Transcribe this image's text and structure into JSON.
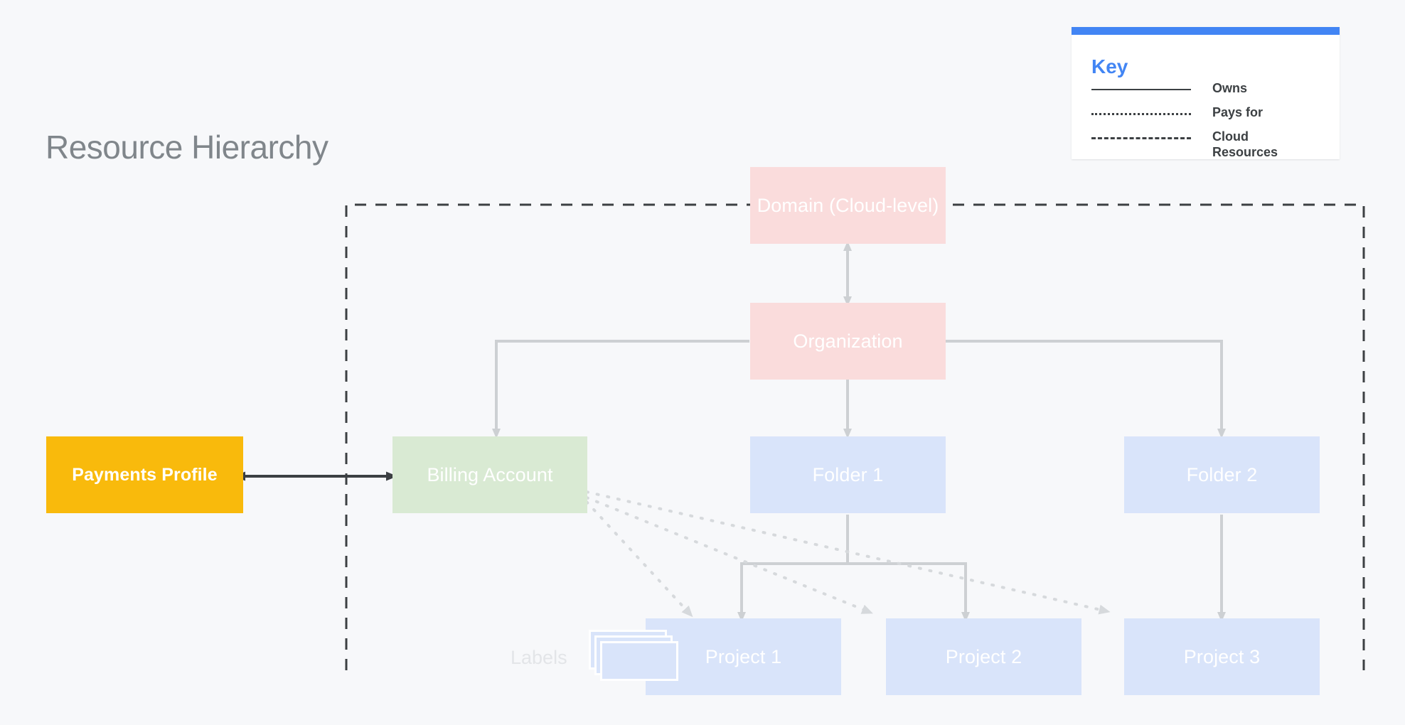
{
  "page": {
    "title": "Resource Hierarchy",
    "background_color": "#f7f8fa"
  },
  "key": {
    "title": "Key",
    "accent_color": "#4285f4",
    "entries": [
      {
        "style": "solid",
        "label": "Owns"
      },
      {
        "style": "dotted",
        "label": "Pays for"
      },
      {
        "style": "dashed",
        "label": "Cloud Resources"
      }
    ]
  },
  "nodes": {
    "domain": {
      "label": "Domain (Cloud-level)",
      "color": "#fadcdc"
    },
    "organization": {
      "label": "Organization",
      "color": "#fadcdc"
    },
    "billing_account": {
      "label": "Billing Account",
      "color": "#d9ead3"
    },
    "payments_profile": {
      "label": "Payments Profile",
      "color": "#f9ba0c"
    },
    "folder1": {
      "label": "Folder 1",
      "color": "#d9e4fa"
    },
    "folder2": {
      "label": "Folder 2",
      "color": "#d9e4fa"
    },
    "project1": {
      "label": "Project 1",
      "color": "#d9e4fa"
    },
    "project2": {
      "label": "Project 2",
      "color": "#d9e4fa"
    },
    "project3": {
      "label": "Project 3",
      "color": "#d9e4fa"
    },
    "labels": {
      "label": "Labels",
      "color": "#d9e4fa"
    }
  },
  "connections": [
    {
      "from": "domain",
      "to": "organization",
      "style": "solid",
      "arrows": "both"
    },
    {
      "from": "organization",
      "to": "billing_account",
      "style": "solid",
      "arrows": "end"
    },
    {
      "from": "organization",
      "to": "folder1",
      "style": "solid",
      "arrows": "end"
    },
    {
      "from": "organization",
      "to": "folder2",
      "style": "solid",
      "arrows": "end"
    },
    {
      "from": "folder1",
      "to": "project1",
      "style": "solid",
      "arrows": "end"
    },
    {
      "from": "folder1",
      "to": "project2",
      "style": "solid",
      "arrows": "end"
    },
    {
      "from": "folder2",
      "to": "project3",
      "style": "solid",
      "arrows": "end"
    },
    {
      "from": "payments_profile",
      "to": "billing_account",
      "style": "solid",
      "arrows": "both"
    },
    {
      "from": "billing_account",
      "to": "project1",
      "style": "dotted",
      "arrows": "end"
    },
    {
      "from": "billing_account",
      "to": "project2",
      "style": "dotted",
      "arrows": "end"
    },
    {
      "from": "billing_account",
      "to": "project3",
      "style": "dotted",
      "arrows": "end"
    }
  ],
  "cloud_boundary": {
    "style": "dashed",
    "color": "#3c4043",
    "description": "Cloud Resources boundary"
  }
}
